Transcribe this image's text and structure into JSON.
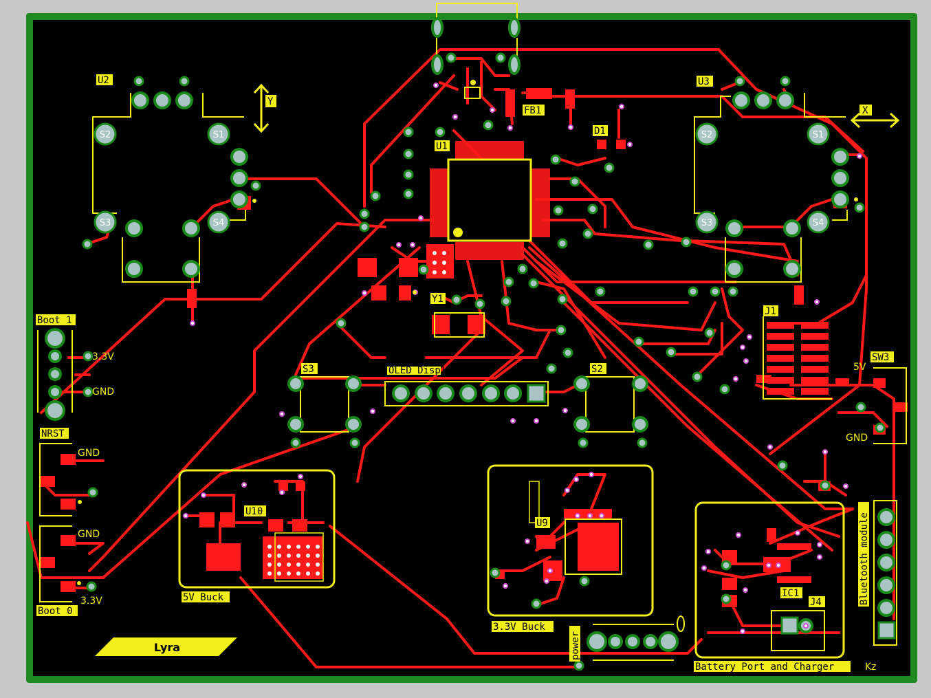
{
  "board": {
    "colors": {
      "background": "#c8c8c8",
      "outline": "#1f8a1f",
      "substrate": "#000000",
      "copper": "#ff1a1a",
      "silkscreen": "#f2ee1a",
      "pad": "#a9c4c4",
      "via_ring": "#1a8a1a"
    }
  },
  "designators": {
    "u2": "U2",
    "u3": "U3",
    "u1": "U1",
    "u9": "U9",
    "u10": "U10",
    "fb1": "FB1",
    "d1": "D1",
    "y1": "Y1",
    "j1": "J1",
    "j4": "J4",
    "s2": "S2",
    "s3": "S3",
    "sw3": "SW3",
    "ic1": "IC1"
  },
  "joystick_left": {
    "pins": [
      "S2",
      "S1",
      "S3",
      "S4"
    ],
    "axis_label": "Y"
  },
  "joystick_right": {
    "pins": [
      "S2",
      "S1",
      "S3",
      "S4"
    ],
    "axis_label": "X"
  },
  "headers": {
    "boot1": {
      "title": "Boot 1",
      "label_3v3": "3.3V",
      "label_gnd": "GND"
    },
    "nrst": {
      "title": "NRST",
      "label_gnd_top": "GND",
      "label_gnd_bottom": "GND",
      "label_3v3": "3.3V"
    },
    "boot0": {
      "title": "Boot 0"
    },
    "oled": {
      "title": "OLED Display"
    },
    "sw3": {
      "label_5v": "5V",
      "label_gnd": "GND"
    },
    "bluetooth": {
      "title": "Bluetooth module"
    }
  },
  "blocks": {
    "buck5": "5V Buck",
    "buck33": "3.3V Buck",
    "battery": "Battery Port and Charger",
    "power": "power"
  },
  "logo": {
    "text": "Lyra"
  },
  "author": {
    "text": "Kz"
  }
}
